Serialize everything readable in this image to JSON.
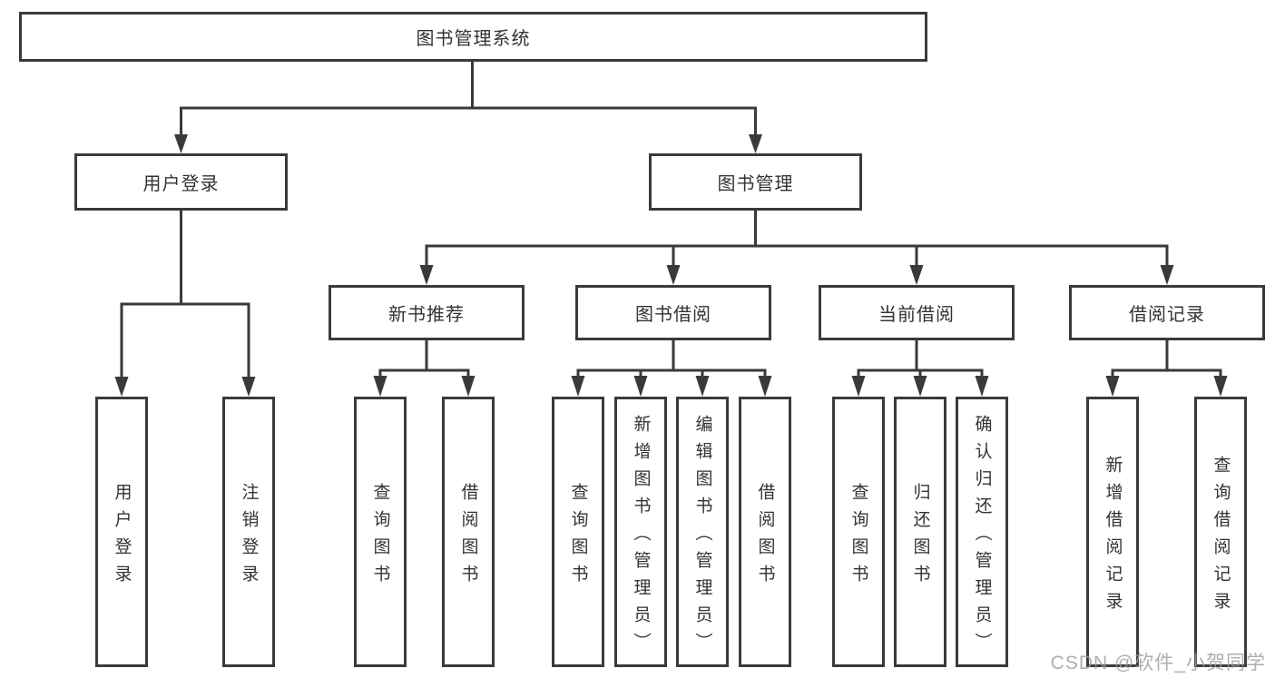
{
  "tree": {
    "root": {
      "label": "图书管理系统"
    },
    "branches": [
      {
        "label": "用户登录",
        "children": [
          {
            "label": "用户登录"
          },
          {
            "label": "注销登录"
          }
        ]
      },
      {
        "label": "图书管理",
        "children": [
          {
            "label": "新书推荐",
            "children": [
              {
                "label": "查询图书"
              },
              {
                "label": "借阅图书"
              }
            ]
          },
          {
            "label": "图书借阅",
            "children": [
              {
                "label": "查询图书"
              },
              {
                "label": "新增图书（管理员）"
              },
              {
                "label": "编辑图书（管理员）"
              },
              {
                "label": "借阅图书"
              }
            ]
          },
          {
            "label": "当前借阅",
            "children": [
              {
                "label": "查询图书"
              },
              {
                "label": "归还图书"
              },
              {
                "label": "确认归还（管理员）"
              }
            ]
          },
          {
            "label": "借阅记录",
            "children": [
              {
                "label": "新增借阅记录"
              },
              {
                "label": "查询借阅记录"
              }
            ]
          }
        ]
      }
    ]
  },
  "watermark": {
    "text": "CSDN @软件_小贺同学"
  },
  "colors": {
    "line": "#3a3a3a",
    "box_border": "#3a3a3a",
    "box_background": "#ffffff",
    "text": "#333333",
    "watermark": "#9a9a9a"
  }
}
